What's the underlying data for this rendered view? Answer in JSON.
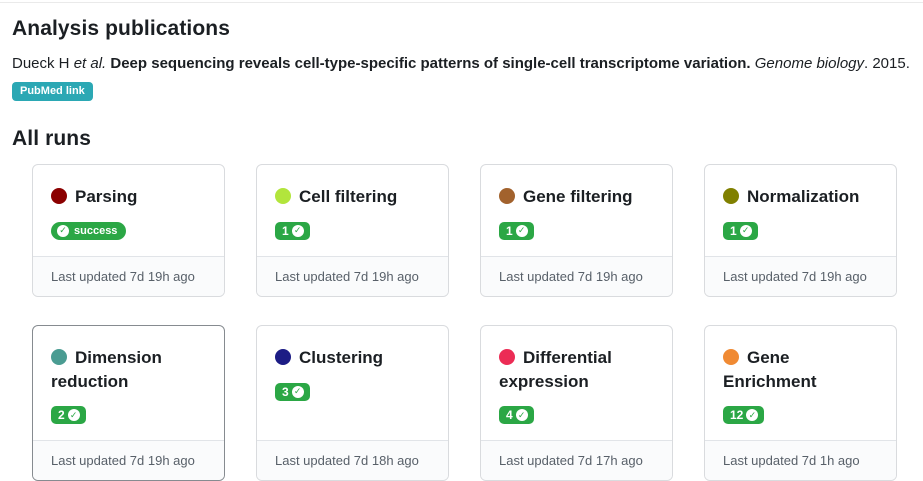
{
  "page": {
    "publications_heading": "Analysis publications",
    "runs_heading": "All runs"
  },
  "citation": {
    "authors": "Dueck H ",
    "etal": "et al.",
    "title": " Deep sequencing reveals cell-type-specific patterns of single-cell transcriptome variation. ",
    "journal": "Genome biology",
    "suffix": ". 2015."
  },
  "pubmed": {
    "label": "PubMed link",
    "color": "#2ba8b4"
  },
  "icons": {
    "check": "✓"
  },
  "colors": {
    "badge_green": "#2ba745"
  },
  "runs": {
    "cards": [
      {
        "title": "Parsing",
        "color": "#8b0000",
        "status": "success",
        "updated": "Last updated 7d 19h ago"
      },
      {
        "title": "Cell filtering",
        "color": "#b2e53c",
        "count": "1",
        "updated": "Last updated 7d 19h ago"
      },
      {
        "title": "Gene filtering",
        "color": "#a2622d",
        "count": "1",
        "updated": "Last updated 7d 19h ago"
      },
      {
        "title": "Normalization",
        "color": "#808000",
        "count": "1",
        "updated": "Last updated 7d 19h ago"
      },
      {
        "title": "Dimension reduction",
        "color": "#4a9c92",
        "count": "2",
        "updated": "Last updated 7d 19h ago",
        "selected": true
      },
      {
        "title": "Clustering",
        "color": "#1c1c85",
        "count": "3",
        "updated": "Last updated 7d 18h ago"
      },
      {
        "title": "Differential expression",
        "color": "#ec2c55",
        "count": "4",
        "updated": "Last updated 7d 17h ago"
      },
      {
        "title": "Gene Enrichment",
        "color": "#f08a33",
        "count": "12",
        "updated": "Last updated 7d 1h ago"
      }
    ]
  }
}
